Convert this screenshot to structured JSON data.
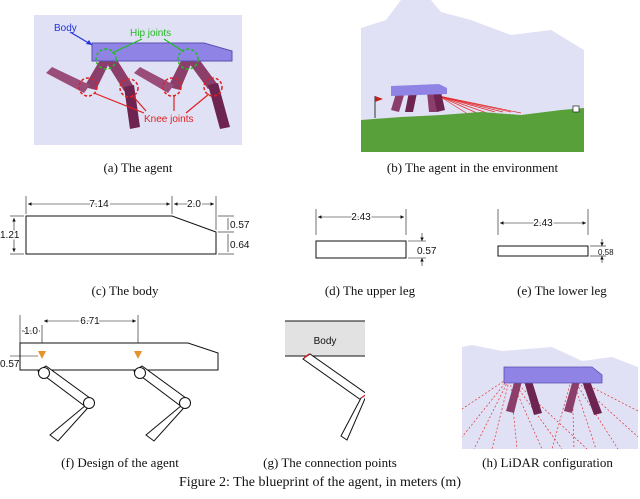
{
  "panels": {
    "a": {
      "caption": "(a) The agent",
      "labels": {
        "body": "Body",
        "hip": "Hip joints",
        "knee": "Knee joints"
      }
    },
    "b": {
      "caption": "(b) The agent in the environment"
    },
    "c": {
      "caption": "(c) The body",
      "dims": {
        "length": "7.14",
        "taper": "2.0",
        "top_height": "0.57",
        "total_height": "1.21",
        "bottom_height": "0.64"
      }
    },
    "d": {
      "caption": "(d) The upper leg",
      "dims": {
        "length": "2.43",
        "height": "0.57"
      }
    },
    "e": {
      "caption": "(e) The lower leg",
      "dims": {
        "length": "2.43",
        "height": "0.58"
      }
    },
    "f": {
      "caption": "(f) Design of the agent",
      "dims": {
        "front_offset": "1.0",
        "hip_spacing": "6.71",
        "hip_height": "0.57"
      }
    },
    "g": {
      "caption": "(g) The connection points",
      "labels": {
        "body": "Body"
      }
    },
    "h": {
      "caption": "(h) LiDAR configuration"
    }
  },
  "figure_caption": "Figure 2: The blueprint of the agent, in meters (m)",
  "colors": {
    "body": "#8f84e6",
    "leg": "#8c3e6a",
    "leg_dark": "#6d2450",
    "sky": "#e1e1f5",
    "ground": "#58a03a",
    "hip_circle": "#22bb22",
    "knee_circle": "#e02020",
    "lidar": "#e23030",
    "connection": "#e06030"
  }
}
